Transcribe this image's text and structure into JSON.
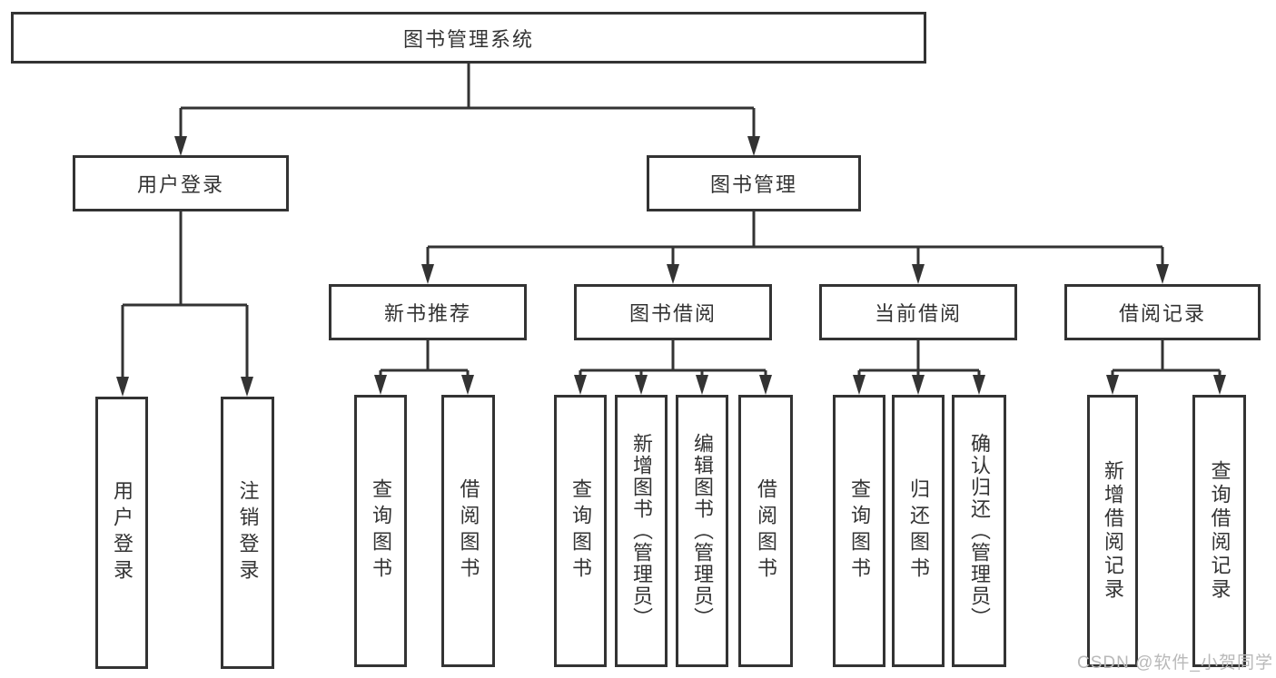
{
  "diagram": {
    "title_node": {
      "label": "图书管理系统"
    },
    "level2": [
      {
        "id": "user-login",
        "label": "用户登录"
      },
      {
        "id": "book-management",
        "label": "图书管理"
      }
    ],
    "level3": [
      {
        "id": "new-book-recommend",
        "label": "新书推荐"
      },
      {
        "id": "book-borrow",
        "label": "图书借阅"
      },
      {
        "id": "current-borrow",
        "label": "当前借阅"
      },
      {
        "id": "borrow-records",
        "label": "借阅记录"
      }
    ],
    "leaves": {
      "user_login": [
        {
          "label": "用户登录"
        },
        {
          "label": "注销登录"
        }
      ],
      "new_book": [
        {
          "label": "查询图书"
        },
        {
          "label": "借阅图书"
        }
      ],
      "book_borrow": [
        {
          "label": "查询图书"
        },
        {
          "label": "新增图书（管理员）"
        },
        {
          "label": "编辑图书（管理员）"
        },
        {
          "label": "借阅图书"
        }
      ],
      "current_borrow": [
        {
          "label": "查询图书"
        },
        {
          "label": "归还图书"
        },
        {
          "label": "确认归还（管理员）"
        }
      ],
      "borrow_record": [
        {
          "label": "新增借阅记录"
        },
        {
          "label": "查询借阅记录"
        }
      ]
    },
    "watermark": "CSDN @软件_小贺同学",
    "colors": {
      "line": "#333333",
      "text": "#333333",
      "background": "#ffffff",
      "watermark": "#b9b9b9"
    }
  }
}
